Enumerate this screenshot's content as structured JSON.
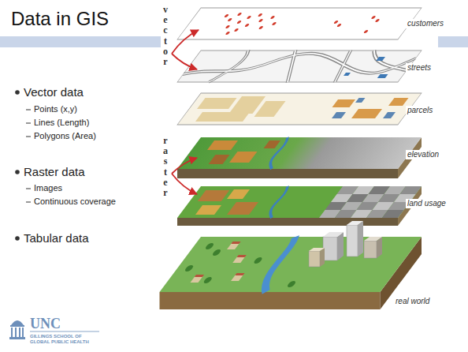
{
  "diagram": {
    "title": "Data in GIS",
    "labels": [
      "Vector data",
      "Points (x,y)",
      "Lines (Length)",
      "Polygons (Area)",
      "Raster data",
      "Images",
      "Continuous coverage",
      "Tabular data",
      "vector",
      "raster",
      "customers",
      "streets",
      "parcels",
      "elevation",
      "land usage",
      "real world",
      "UNC",
      "GILLINGS SCHOOL OF GLOBAL PUBLIC HEALTH"
    ]
  }
}
